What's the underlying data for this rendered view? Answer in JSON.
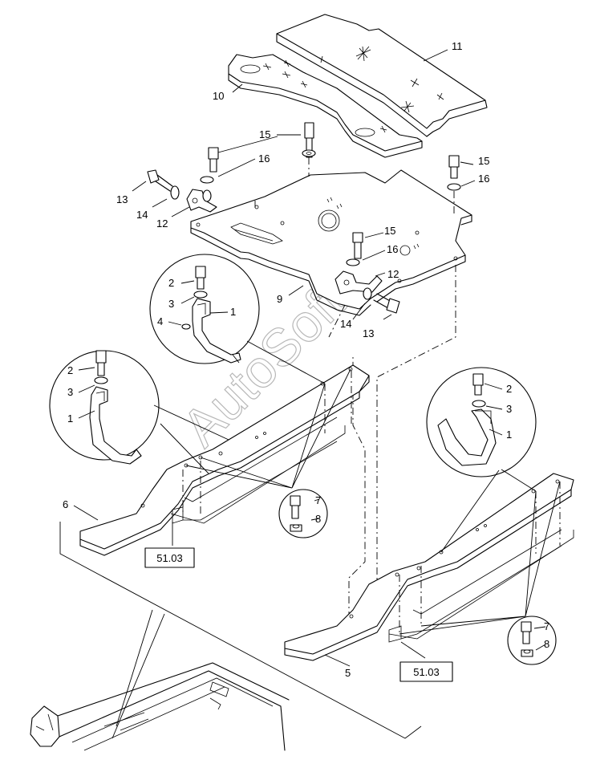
{
  "callouts": {
    "c11": "11",
    "c10": "10",
    "c15a": "15",
    "c16a": "16",
    "c15b": "15",
    "c16b": "16",
    "c13a": "13",
    "c14a": "14",
    "c12a": "12",
    "c15c": "15",
    "c16c": "16",
    "c12b": "12",
    "c9": "9",
    "c14b": "14",
    "c13b": "13",
    "d1_2": "2",
    "d1_3": "3",
    "d1_1": "1",
    "d1_4": "4",
    "d2_2": "2",
    "d2_3": "3",
    "d2_1": "1",
    "d3_2": "2",
    "d3_3": "3",
    "d3_1": "1",
    "c6": "6",
    "c5": "5",
    "d4_7": "7",
    "d4_8": "8",
    "d5_7": "7",
    "d5_8": "8"
  },
  "ref_boxes": {
    "left": "51.03",
    "right": "51.03"
  },
  "watermark": "AutoSoft"
}
